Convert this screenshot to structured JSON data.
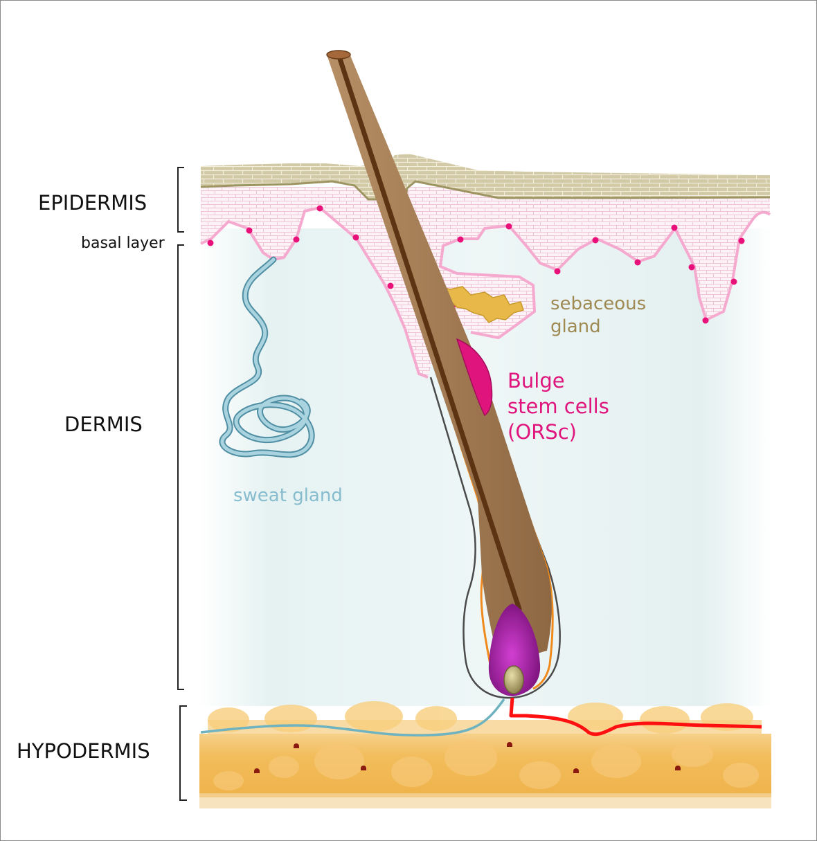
{
  "layers": {
    "epidermis": "EPIDERMIS",
    "basal": "basal layer",
    "dermis": "DERMIS",
    "hypodermis": "HYPODERMIS"
  },
  "structures": {
    "sebaceous_line1": "sebaceous",
    "sebaceous_line2": "gland",
    "bulge_line1": "Bulge",
    "bulge_line2": "stem cells",
    "bulge_line3": "(ORSc)",
    "sweat": "sweat gland"
  },
  "colors": {
    "stratum": "#cfc7a3",
    "stratum_line": "#9e9462",
    "epidermis_fill": "#fbeef4",
    "basal_line": "#f5a9cf",
    "basal_dot": "#e8117a",
    "dermis": "#e8f3f3",
    "hair_outer": "#a57f58",
    "hair_core": "#5c3413",
    "orange_sheath": "#f08a1c",
    "bulge": "#e0147d",
    "papilla": "#9b1f9b",
    "sebaceous": "#e8b948",
    "sweat_gland": "#7bb4c6",
    "hypodermis": "#f2bd5c",
    "artery": "#ff1010",
    "label_sebaceous": "#9e8a52",
    "label_bulge": "#e0147d",
    "label_sweat": "#86bccd"
  }
}
